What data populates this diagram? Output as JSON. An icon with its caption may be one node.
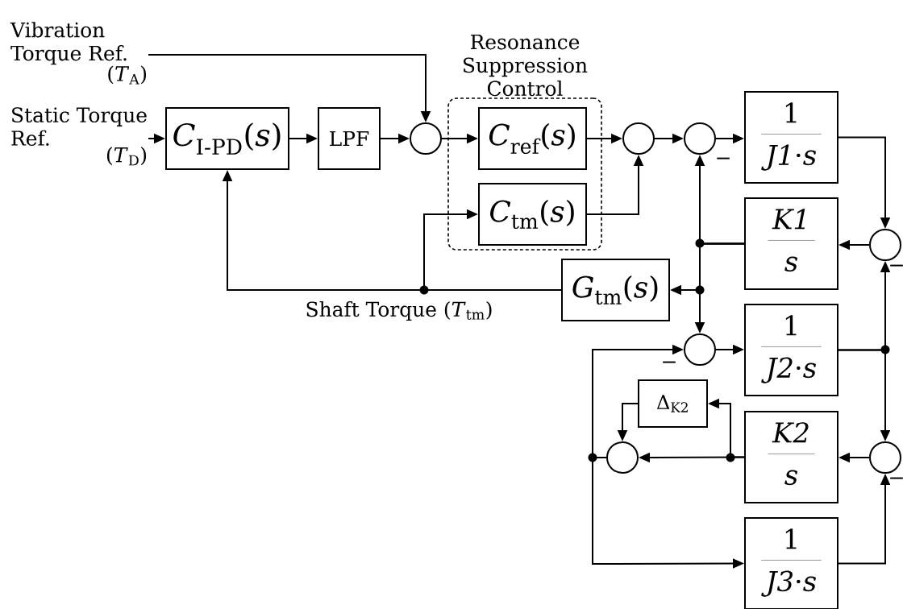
{
  "diagram": {
    "nodes": [
      {
        "text": [
          "Vibration Torque Ref.",
          "(*T*$_{A}$)"
        ]
      },
      {
        "text": [
          "Static Torque Ref.",
          "(*T*$_{D}$)"
        ]
      },
      {
        "text": [
          "*C*$_{I-PD}$(*s*)"
        ]
      },
      {
        "text": [
          "LPF"
        ]
      },
      {
        "text": [],
        "shape": "circle"
      },
      {
        "text": [
          "Resonance Suppression Control"
        ]
      },
      {
        "text": [
          "*C*$_{ref}$(*s*)"
        ],
        "in": 5
      },
      {
        "text": [
          "*C*$_{tm}$(*s*)"
        ],
        "in": 5
      },
      {
        "text": [],
        "shape": "circle"
      },
      {
        "text": [],
        "shape": "circle"
      },
      {
        "text": [
          "1",
          "*J1*·*s*"
        ]
      },
      {
        "text": [
          "*K1*",
          "*s*"
        ]
      },
      {
        "text": [],
        "shape": "circle"
      },
      {
        "text": [
          "*G*$_{tm}$(*s*)"
        ]
      },
      {
        "text": [],
        "shape": "circle"
      },
      {
        "text": [
          "1",
          "*J2*·*s*"
        ]
      },
      {
        "text": [
          "Δ$_{K2}$"
        ]
      },
      {
        "text": [
          "*K2*",
          "*s*"
        ]
      },
      {
        "text": [],
        "shape": "circle"
      },
      {
        "text": [],
        "shape": "circle"
      },
      {
        "text": [
          "1",
          "*J3*·*s*"
        ]
      }
    ],
    "edges": [
      {
        "from": 0,
        "to": 4,
        "arrow": "to"
      },
      {
        "from": 1,
        "to": 2,
        "arrow": "to"
      },
      {
        "from": 2,
        "to": 3,
        "arrow": "to"
      },
      {
        "from": 3,
        "to": 4,
        "arrow": "to"
      },
      {
        "from": 4,
        "to": 6,
        "arrow": "to"
      },
      {
        "from": 6,
        "to": 8,
        "arrow": "to"
      },
      {
        "from": 7,
        "to": 8,
        "arrow": "to"
      },
      {
        "from": 8,
        "to": 9,
        "arrow": "to"
      },
      {
        "from": 9,
        "to": 10,
        "arrow": "to"
      },
      {
        "from": 10,
        "to": 12,
        "arrow": "to"
      },
      {
        "from": 12,
        "to": 11,
        "arrow": "to"
      },
      {
        "from": 11,
        "to": 9,
        "arrow": "to"
      },
      {
        "from": 11,
        "to": 13,
        "arrow": "to"
      },
      {
        "from": 11,
        "to": 14,
        "arrow": "to"
      },
      {
        "from": 13,
        "to": 7,
        "arrow": "to"
      },
      {
        "from": 13,
        "to": 2,
        "arrow": "to"
      },
      {
        "from": 14,
        "to": 15,
        "arrow": "to"
      },
      {
        "from": 15,
        "to": 12,
        "arrow": "to"
      },
      {
        "from": 15,
        "to": 18,
        "arrow": "to"
      },
      {
        "from": 18,
        "to": 17,
        "arrow": "to"
      },
      {
        "from": 17,
        "to": 19,
        "arrow": "to"
      },
      {
        "from": 17,
        "to": 16,
        "arrow": "to"
      },
      {
        "from": 16,
        "to": 19,
        "arrow": "to"
      },
      {
        "from": 19,
        "to": 14,
        "arrow": "to"
      },
      {
        "from": 19,
        "to": 20,
        "arrow": "to"
      },
      {
        "from": 20,
        "to": 18,
        "arrow": "to"
      }
    ],
    "labels": [
      "−",
      "−",
      "Shaft Torque (*T*$_{tm}$)",
      "−",
      "−"
    ]
  }
}
